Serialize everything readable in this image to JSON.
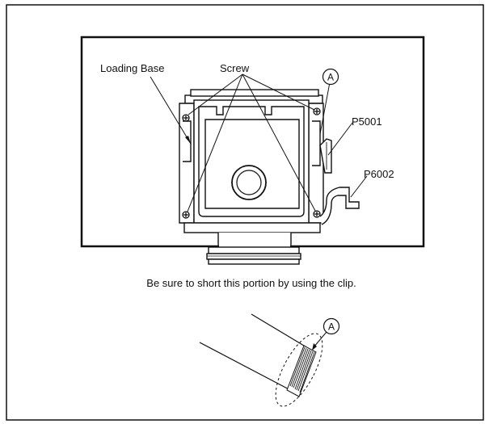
{
  "labels": {
    "loading_base": "Loading Base",
    "screw": "Screw",
    "callout_a_top": "A",
    "p5001": "P5001",
    "p6002": "P6002",
    "caption": "Be sure to short this portion by using the clip.",
    "callout_a_bottom": "A"
  }
}
